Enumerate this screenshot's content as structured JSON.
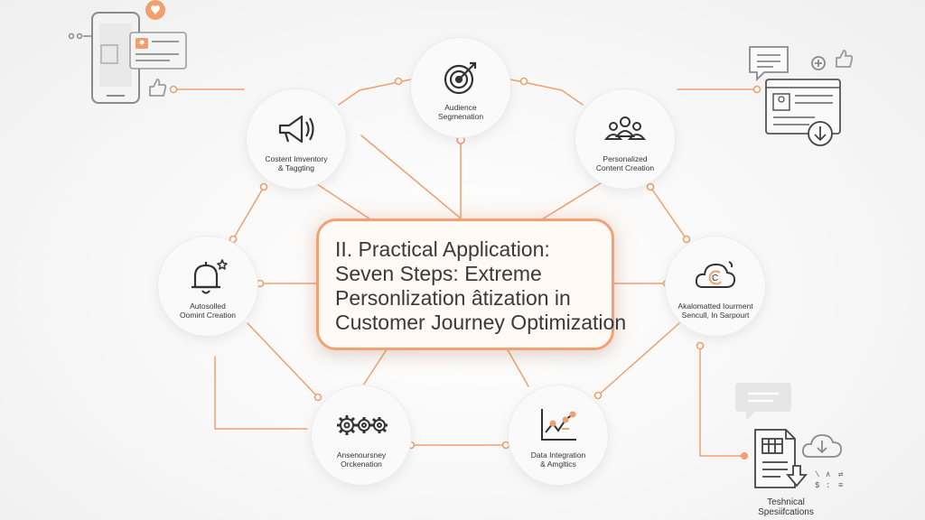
{
  "center": {
    "lines": [
      "II. Practical Application:",
      "Seven Steps: Extreme",
      "Personlization âtization in",
      "Customer Journey Optimization"
    ]
  },
  "nodes": [
    {
      "id": "audience",
      "line1": "Audience",
      "line2": "Segmenation",
      "icon": "target-icon"
    },
    {
      "id": "content-inventory",
      "line1": "Costent Imventory",
      "line2": "& Taggting",
      "icon": "megaphone-icon"
    },
    {
      "id": "personalized-content",
      "line1": "Personalized",
      "line2": "Content Creation",
      "icon": "people-group-icon"
    },
    {
      "id": "automated-content",
      "line1": "Autosolled",
      "line2": "Oomint Creation",
      "icon": "bell-icon"
    },
    {
      "id": "automated-journey",
      "line1": "Akalomatted Iourment",
      "line2": "Sencull, In Sarpourt",
      "icon": "cloud-sync-icon"
    },
    {
      "id": "journey-orchestration",
      "line1": "Ansenoursney",
      "line2": "Orckenation",
      "icon": "gears-icon"
    },
    {
      "id": "data-integration",
      "line1": "Data Integration",
      "line2": "& Amgltics",
      "icon": "analytics-chart-icon"
    }
  ],
  "corner": {
    "tech_label_1": "Teshnical",
    "tech_label_2": "Spesiifcations"
  },
  "colors": {
    "accent": "#f0a06e",
    "center_border": "#f3a174",
    "icon": "#333333",
    "corner_icon": "#8a8a8a"
  }
}
